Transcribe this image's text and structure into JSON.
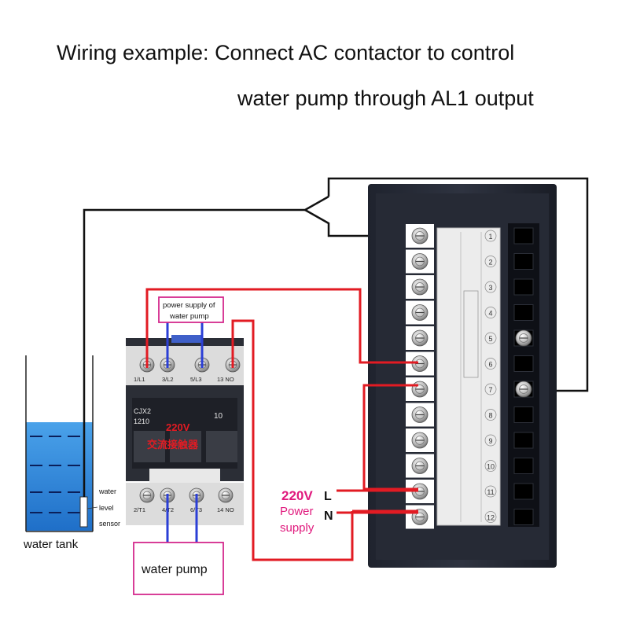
{
  "title": {
    "line1": "Wiring example: Connect AC contactor to control",
    "line2": "water pump through AL1 output"
  },
  "tank": {
    "label": "water tank",
    "sensor_label_1": "water",
    "sensor_label_2": "level",
    "sensor_label_3": "sensor"
  },
  "contactor": {
    "model": "CJX2",
    "model_code": "1210",
    "rating": "10",
    "voltage": "220V",
    "type_cn": "交流接触器",
    "top_terminals": [
      "1/L1",
      "3/L2",
      "5/L3",
      "13 NO"
    ],
    "bottom_terminals": [
      "2/T1",
      "4/T2",
      "6/T3",
      "14 NO"
    ]
  },
  "pump_power_box": {
    "line1": "power supply of",
    "line2": "water pump"
  },
  "pump_box": {
    "label": "water pump"
  },
  "power_supply": {
    "voltage": "220V",
    "line1": "Power",
    "line2": "supply",
    "live": "L",
    "neutral": "N"
  },
  "controller": {
    "terminal_numbers": [
      "1",
      "2",
      "3",
      "4",
      "5",
      "6",
      "7",
      "8",
      "9",
      "10",
      "11",
      "12"
    ]
  },
  "colors": {
    "wire_red": "#e21b23",
    "wire_black": "#111111",
    "wire_blue": "#2b3fd6",
    "box_magenta": "#d4288c",
    "supply_magenta": "#e0197d",
    "water": "#2a7fd8"
  }
}
